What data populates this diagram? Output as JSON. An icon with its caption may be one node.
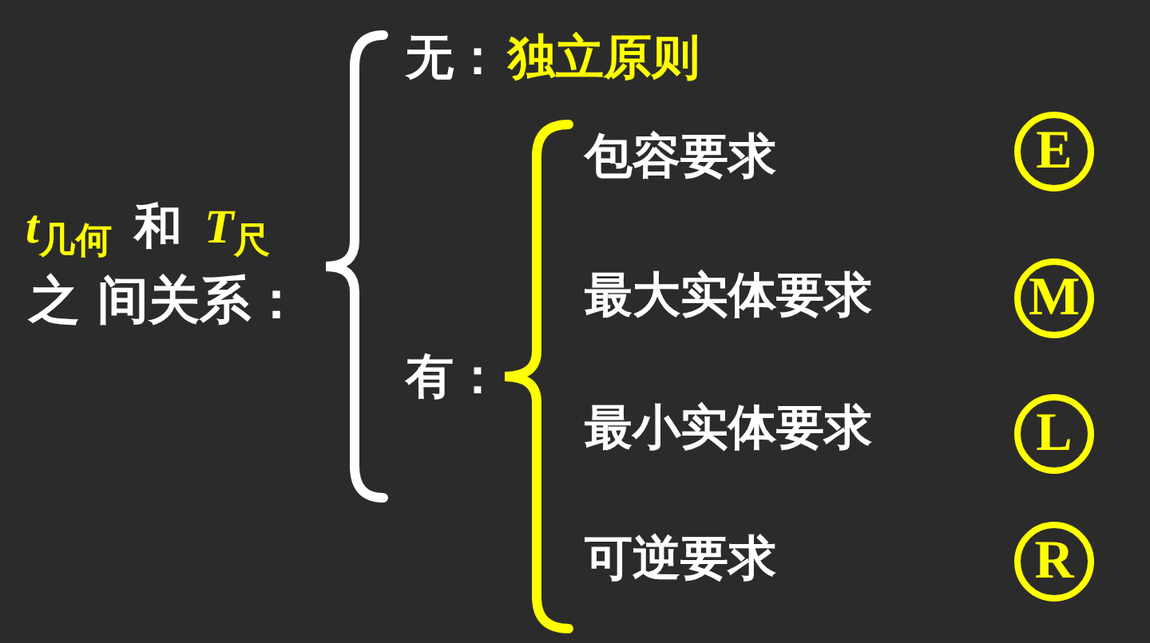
{
  "diagram": {
    "labels": [
      "*t*$_{几何}$",
      "和",
      "*T*$_{尺}$",
      "之 间关系：",
      "无：",
      "独立原则",
      "有：",
      "包容要求",
      "E",
      "最大实体要求",
      "M",
      "最小实体要求",
      "L",
      "可逆要求",
      "R"
    ]
  }
}
